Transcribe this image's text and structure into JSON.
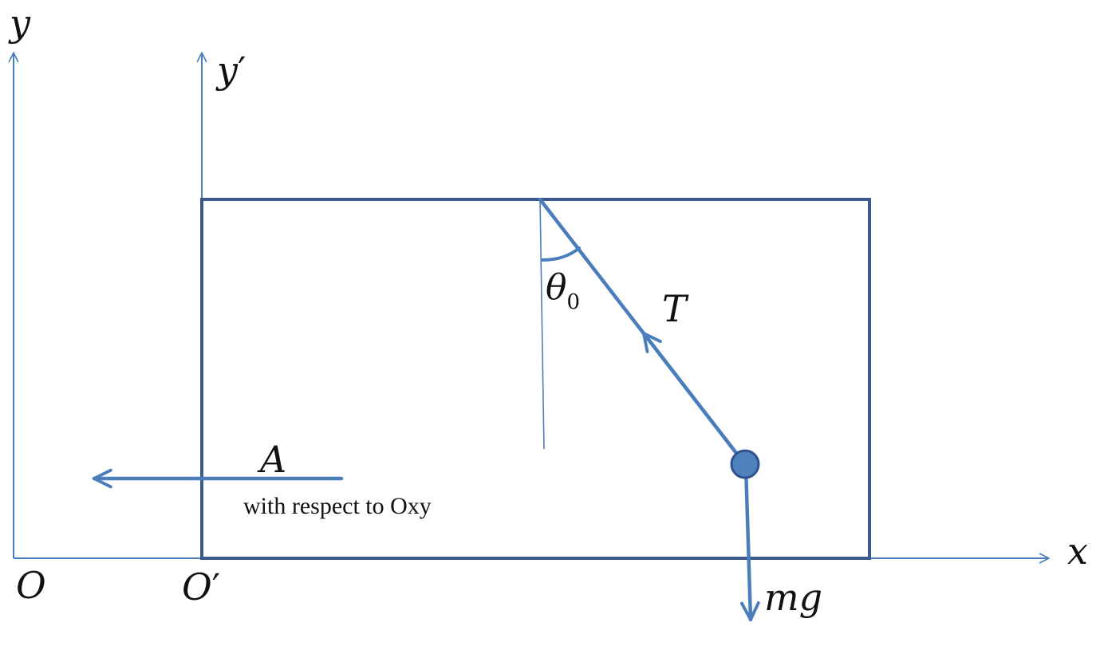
{
  "labels": {
    "y": "y",
    "y_prime": "y",
    "prime_mark": "′",
    "x": "x",
    "origin": "O",
    "origin_prime": "O",
    "theta": "θ",
    "theta_sub": "0",
    "tension": "T",
    "acceleration": "A",
    "acceleration_note": "with respect to Oxy",
    "weight": "mg"
  },
  "colors": {
    "axis": "#4a7ebb",
    "box": "#3a5a8c",
    "string": "#4a7ebb",
    "bob_fill": "#4f81bd",
    "bob_stroke": "#2f528f",
    "text": "#111111"
  }
}
